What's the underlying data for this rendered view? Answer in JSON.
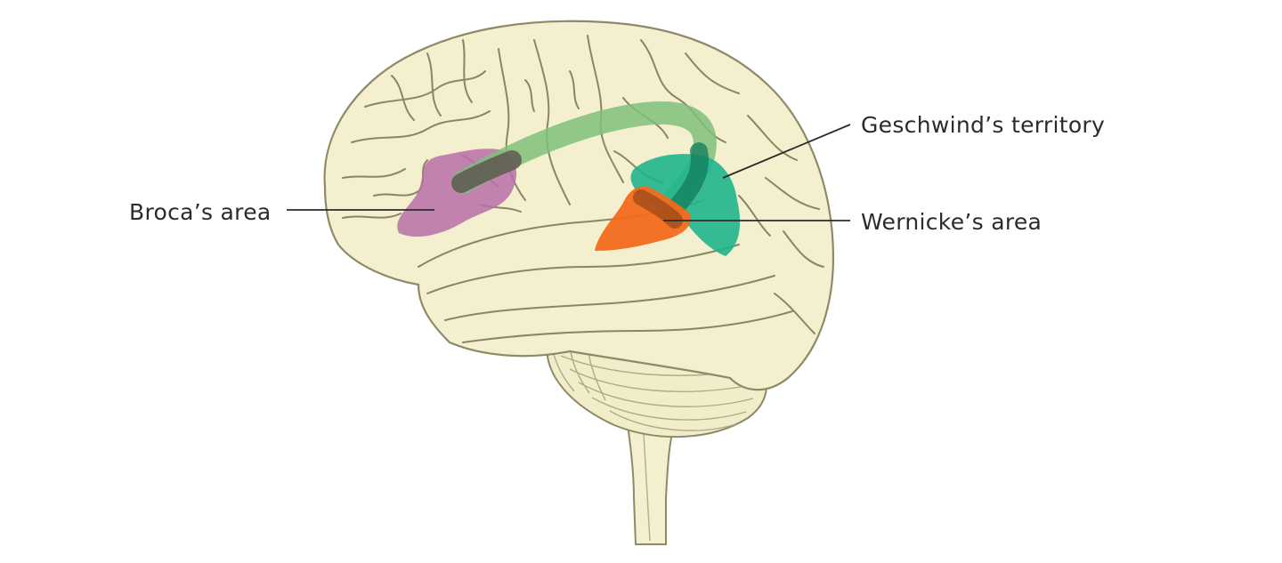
{
  "labels": {
    "broca": "Broca’s area",
    "geschwind": "Geschwind’s territory",
    "wernicke": "Wernicke’s area"
  },
  "colors": {
    "brain_fill": "#f3efcf",
    "brain_outline": "#8f8a66",
    "sulcus": "#8b8662",
    "broca": "#b76fa8",
    "geschwind": "#1fb58c",
    "wernicke": "#f26a1c",
    "arcuate_fasciculus": "#7fc07a",
    "leader_line": "#2b2b2b",
    "label_text": "#2b2b2b"
  }
}
